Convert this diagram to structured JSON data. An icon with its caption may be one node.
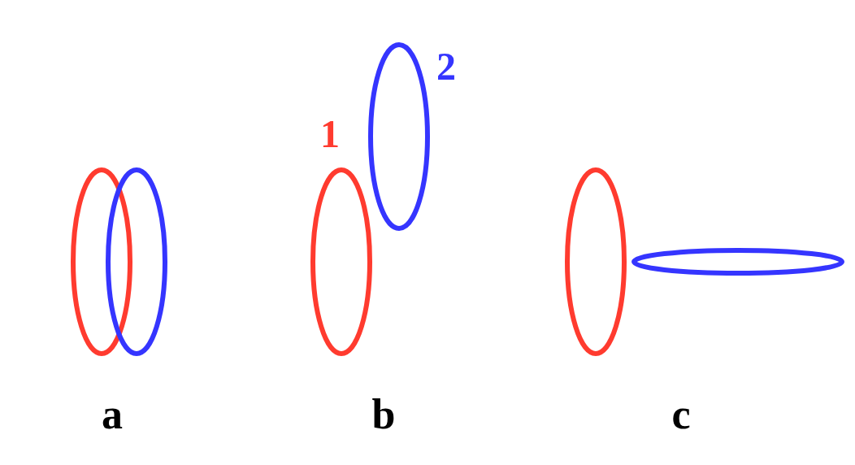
{
  "diagram": {
    "nodes": [
      {
        "text": [],
        "shape": "ellipse"
      },
      {
        "text": [],
        "shape": "ellipse"
      },
      {
        "text": [],
        "shape": "ellipse",
        "beside": [
          "1"
        ]
      },
      {
        "text": [],
        "shape": "ellipse",
        "beside": [
          "2"
        ]
      },
      {
        "text": [],
        "shape": "ellipse"
      },
      {
        "text": [],
        "shape": "ellipse"
      }
    ],
    "labels": [
      "a",
      "b",
      "c"
    ]
  }
}
